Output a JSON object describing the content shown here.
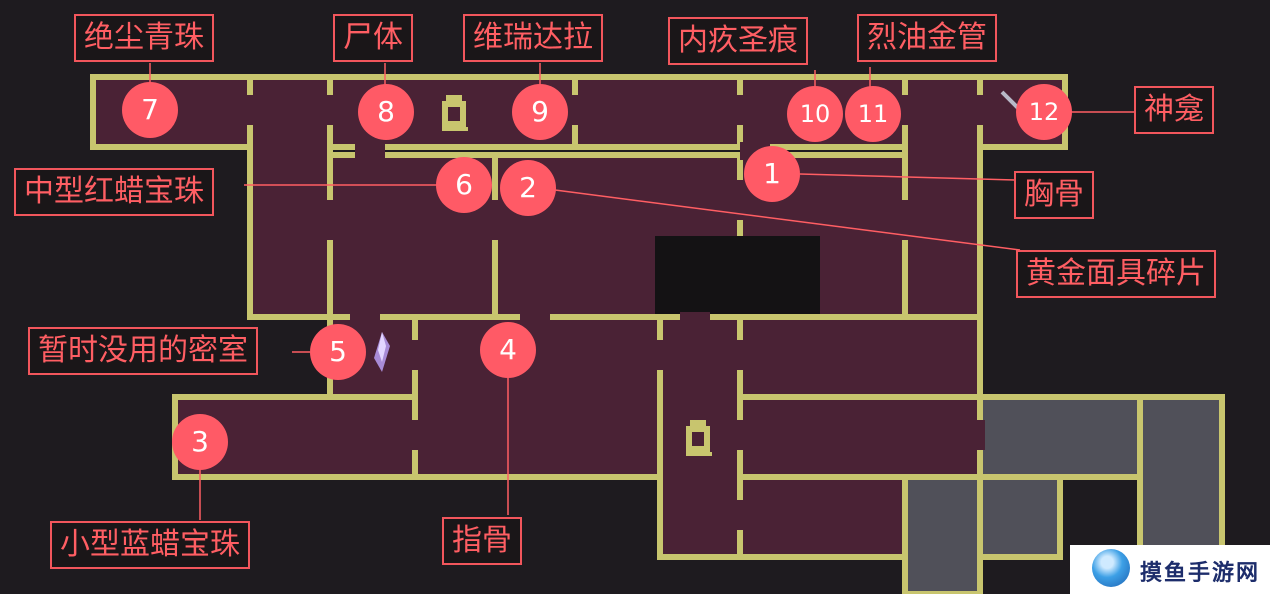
{
  "markers": [
    {
      "number": "1",
      "label": "胸骨"
    },
    {
      "number": "2",
      "label": "黄金面具碎片"
    },
    {
      "number": "3",
      "label": "小型蓝蜡宝珠"
    },
    {
      "number": "4",
      "label": "指骨"
    },
    {
      "number": "5",
      "label": "暂时没用的密室"
    },
    {
      "number": "6",
      "label": "中型红蜡宝珠"
    },
    {
      "number": "7",
      "label": "绝尘青珠"
    },
    {
      "number": "8",
      "label": "尸体"
    },
    {
      "number": "9",
      "label": "维瑞达拉"
    },
    {
      "number": "10",
      "label": "内疚圣痕"
    },
    {
      "number": "11",
      "label": "烈油金管"
    },
    {
      "number": "12",
      "label": "神龛"
    }
  ],
  "watermark": {
    "text": "摸鱼手游网"
  },
  "colors": {
    "background": "#1e1b1f",
    "room": "#4a2235",
    "wall": "#c8c56e",
    "unexplored": "#505059",
    "marker": "#ff5a66",
    "label": "#ff5e63"
  }
}
